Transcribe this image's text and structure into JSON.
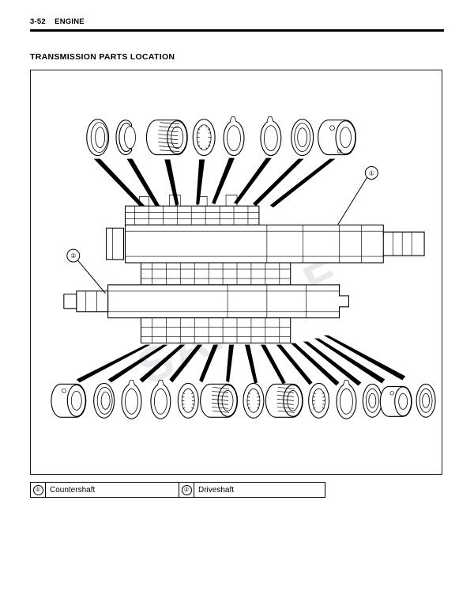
{
  "header": {
    "page_number": "3-52",
    "chapter": "ENGINE",
    "combined": "3-52    ENGINE"
  },
  "section": {
    "title": "TRANSMISSION PARTS LOCATION"
  },
  "figure": {
    "watermark": "SAMPLE",
    "callouts": [
      {
        "id": "1",
        "symbol": "①",
        "target": "countershaft"
      },
      {
        "id": "2",
        "symbol": "②",
        "target": "driveshaft"
      }
    ],
    "top_row_parts": [
      {
        "index": 1,
        "type": "thrust-washer"
      },
      {
        "index": 2,
        "type": "circlip"
      },
      {
        "index": 3,
        "type": "needle-bearing"
      },
      {
        "index": 4,
        "type": "splined-washer"
      },
      {
        "index": 5,
        "type": "circlip"
      },
      {
        "index": 6,
        "type": "circlip"
      },
      {
        "index": 7,
        "type": "thrust-washer"
      },
      {
        "index": 8,
        "type": "bushing"
      }
    ],
    "bottom_row_parts": [
      {
        "index": 1,
        "type": "bushing"
      },
      {
        "index": 2,
        "type": "thrust-washer"
      },
      {
        "index": 3,
        "type": "circlip"
      },
      {
        "index": 4,
        "type": "circlip"
      },
      {
        "index": 5,
        "type": "splined-washer"
      },
      {
        "index": 6,
        "type": "needle-bearing"
      },
      {
        "index": 7,
        "type": "splined-washer"
      },
      {
        "index": 8,
        "type": "needle-bearing"
      },
      {
        "index": 9,
        "type": "splined-washer"
      },
      {
        "index": 10,
        "type": "circlip"
      },
      {
        "index": 11,
        "type": "thrust-washer"
      },
      {
        "index": 12,
        "type": "bushing"
      },
      {
        "index": 13,
        "type": "thrust-washer"
      }
    ]
  },
  "legend": {
    "rows": [
      {
        "number": "①",
        "label": "Countershaft"
      },
      {
        "number": "②",
        "label": "Driveshaft"
      }
    ]
  },
  "colors": {
    "ink": "#000000",
    "frame": "#1a1a1a",
    "watermark": "#e9e9ec",
    "page": "#ffffff"
  }
}
